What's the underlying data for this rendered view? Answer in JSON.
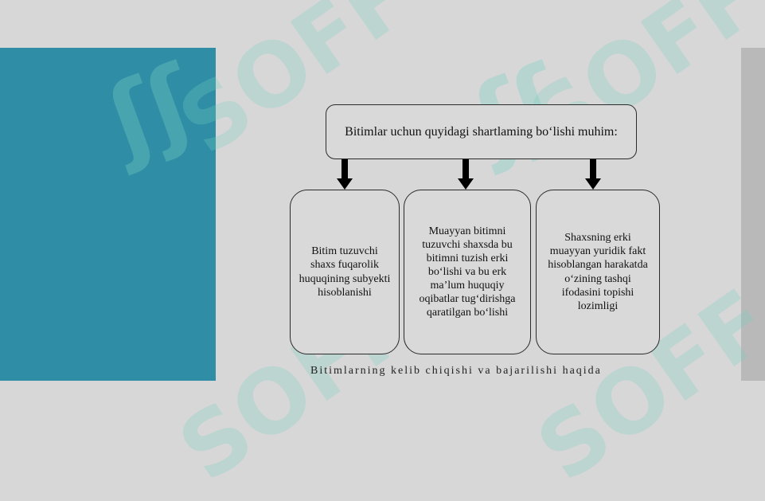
{
  "watermark": {
    "text": "SOFF"
  },
  "diagram": {
    "top": "Bitimlar uchun quyidagi shartlaming bo‘lishi muhim:",
    "children": [
      "Bitim tuzuvchi shaxs fuqarolik huquqining subyekti hisoblanishi",
      "Muayyan bitimni tuzuvchi shaxsda bu bitimni tuzish erki bo‘lishi va bu erk ma’lum huquqiy oqibatlar tug‘dirishga qaratilgan bo‘lishi",
      "Shaxsning erki muayyan yuridik fakt hisoblangan harakatda o‘zining tashqi ifodasini topishi lozimligi"
    ],
    "cutoff_text": "Bitimlarning kelib chiqishi va bajarilishi haqida"
  },
  "colors": {
    "teal_panel": "#2f8ea5",
    "background": "#d7d7d7",
    "border": "#2b2b2b"
  }
}
